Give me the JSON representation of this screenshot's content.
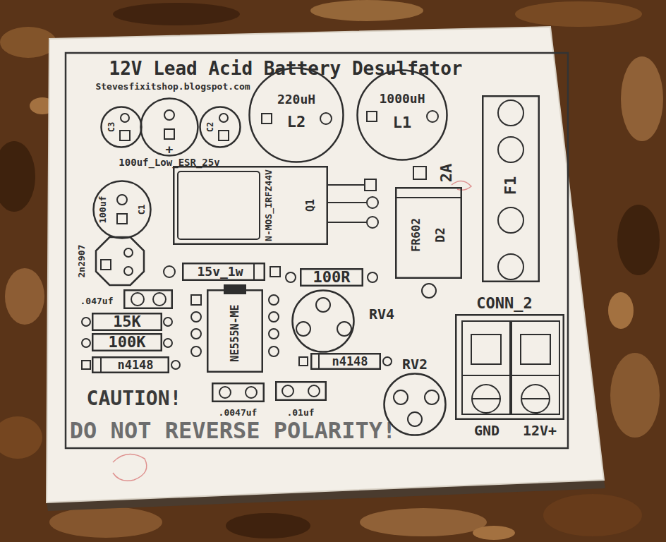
{
  "diagram": {
    "title": "12V Lead Acid Battery Desulfator",
    "nodes": [
      {
        "text": [
          "C3"
        ]
      },
      {
        "text": [
          "+",
          "100uf_Low_ESR_25v"
        ]
      },
      {
        "text": [
          "C2"
        ]
      },
      {
        "text": [
          "220uH",
          "L2"
        ]
      },
      {
        "text": [
          "1000uH",
          "L1"
        ]
      },
      {
        "text": [
          "2A",
          "F1"
        ]
      },
      {
        "text": [
          "100uf",
          "C1"
        ]
      },
      {
        "text": [
          "N-MOS_IRFZ44V",
          "Q1"
        ]
      },
      {
        "text": [
          "FR602",
          "D2"
        ]
      },
      {
        "text": [
          "2n2907"
        ]
      },
      {
        "text": [
          "15v_1w"
        ]
      },
      {
        "text": [
          "100R"
        ]
      },
      {
        "text": [
          ".047uf"
        ]
      },
      {
        "text": [
          "NE555N-ME"
        ]
      },
      {
        "text": [
          "RV4"
        ]
      },
      {
        "text": [
          "15K"
        ]
      },
      {
        "text": [
          "100K"
        ]
      },
      {
        "text": [
          "n4148"
        ]
      },
      {
        "text": [
          "n4148"
        ]
      },
      {
        "text": [
          "RV2"
        ]
      },
      {
        "text": [
          "CONN_2",
          "GND",
          "12V+"
        ]
      },
      {
        "text": [
          ".0047uf"
        ]
      },
      {
        "text": [
          ".01uf"
        ]
      }
    ],
    "labels": [
      "Stevesfixitshop.blogspot.com",
      "CAUTION!",
      "DO NOT REVERSE POLARITY!"
    ]
  }
}
